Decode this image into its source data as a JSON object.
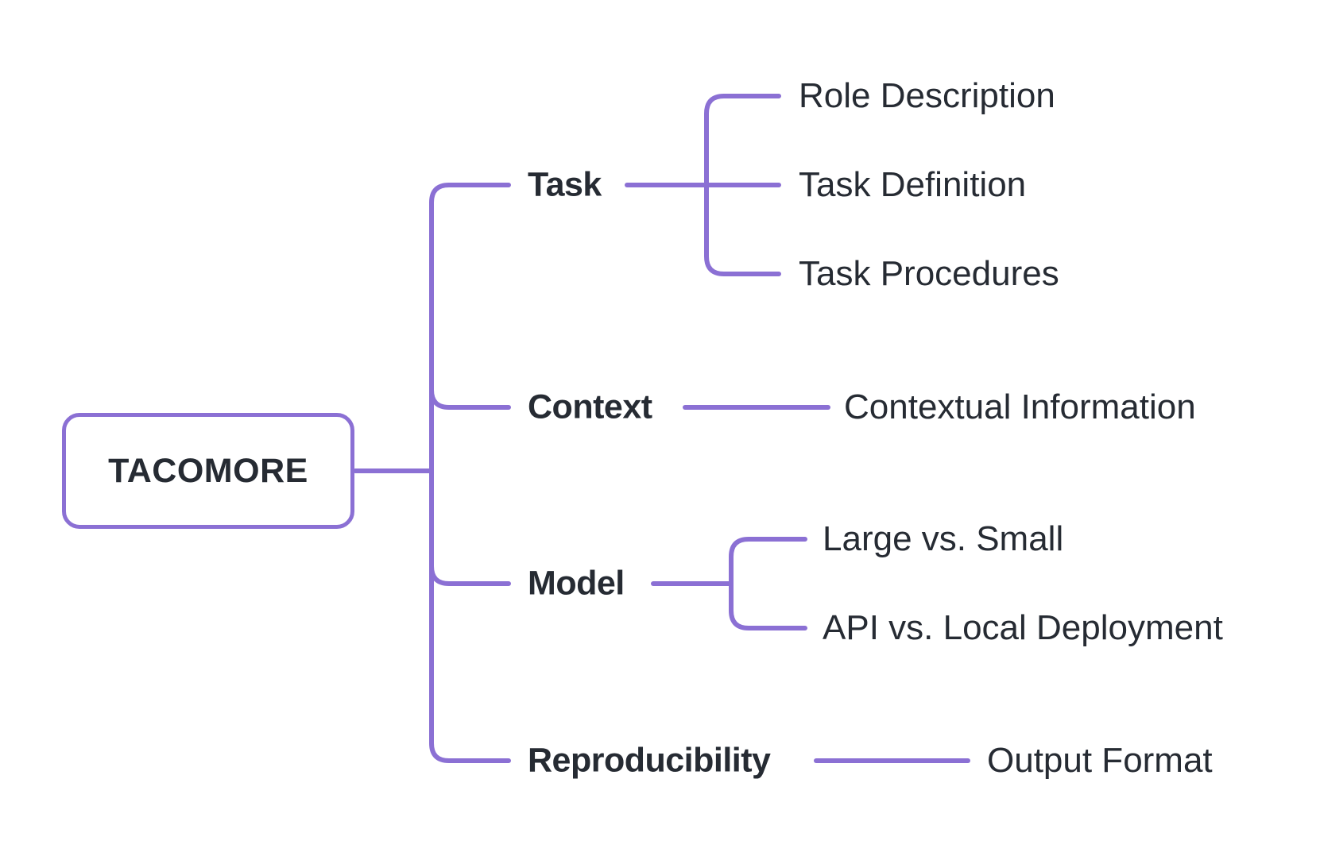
{
  "colors": {
    "accent": "#8b70d4",
    "text": "#262b33",
    "background": "#ffffff"
  },
  "root": {
    "label": "TACOMORE"
  },
  "branches": [
    {
      "label": "Task",
      "children": [
        "Role Description",
        "Task Definition",
        "Task Procedures"
      ]
    },
    {
      "label": "Context",
      "children": [
        "Contextual Information"
      ]
    },
    {
      "label": "Model",
      "children": [
        "Large vs. Small",
        "API vs. Local Deployment"
      ]
    },
    {
      "label": "Reproducibility",
      "children": [
        "Output Format"
      ]
    }
  ]
}
